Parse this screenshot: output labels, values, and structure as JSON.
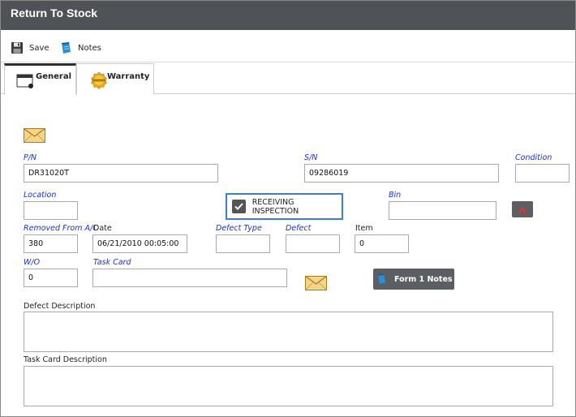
{
  "window": {
    "title": "Return To Stock"
  },
  "toolbar": {
    "save_label": "Save",
    "notes_label": "Notes"
  },
  "tabs": [
    {
      "label": "General"
    },
    {
      "label": "Warranty"
    }
  ],
  "form": {
    "pn": {
      "label": "P/N",
      "value": "DR31020T"
    },
    "sn": {
      "label": "S/N",
      "value": "09286019"
    },
    "condition": {
      "label": "Condition",
      "value": ""
    },
    "location": {
      "label": "Location",
      "value": ""
    },
    "receiving_inspection": {
      "label": "RECEIVING INSPECTION",
      "checked": true
    },
    "bin": {
      "label": "Bin",
      "value": ""
    },
    "removed_from_ac": {
      "label": "Removed From A/C",
      "value": "380"
    },
    "date": {
      "label": "Date",
      "value": "06/21/2010 00:05:00"
    },
    "defect_type": {
      "label": "Defect Type",
      "value": ""
    },
    "defect": {
      "label": "Defect",
      "value": ""
    },
    "item": {
      "label": "Item",
      "value": "0"
    },
    "wo": {
      "label": "W/O",
      "value": "0"
    },
    "task_card": {
      "label": "Task Card",
      "value": ""
    },
    "form1_notes_label": "Form 1 Notes",
    "defect_description": {
      "label": "Defect Description",
      "value": ""
    },
    "task_card_description": {
      "label": "Task Card Description",
      "value": ""
    }
  },
  "icons": {
    "save": "floppy-disk-icon",
    "notes": "notes-icon",
    "general_tab": "window-icon",
    "warranty_tab": "warranty-badge-icon",
    "envelope": "envelope-icon",
    "bin_action": "red-caret-icon"
  },
  "colors": {
    "titlebar": "#4f5256",
    "label_blue": "#1a2fcf",
    "highlight_border": "#3b7fc4",
    "button_dark": "#5b5e62"
  }
}
